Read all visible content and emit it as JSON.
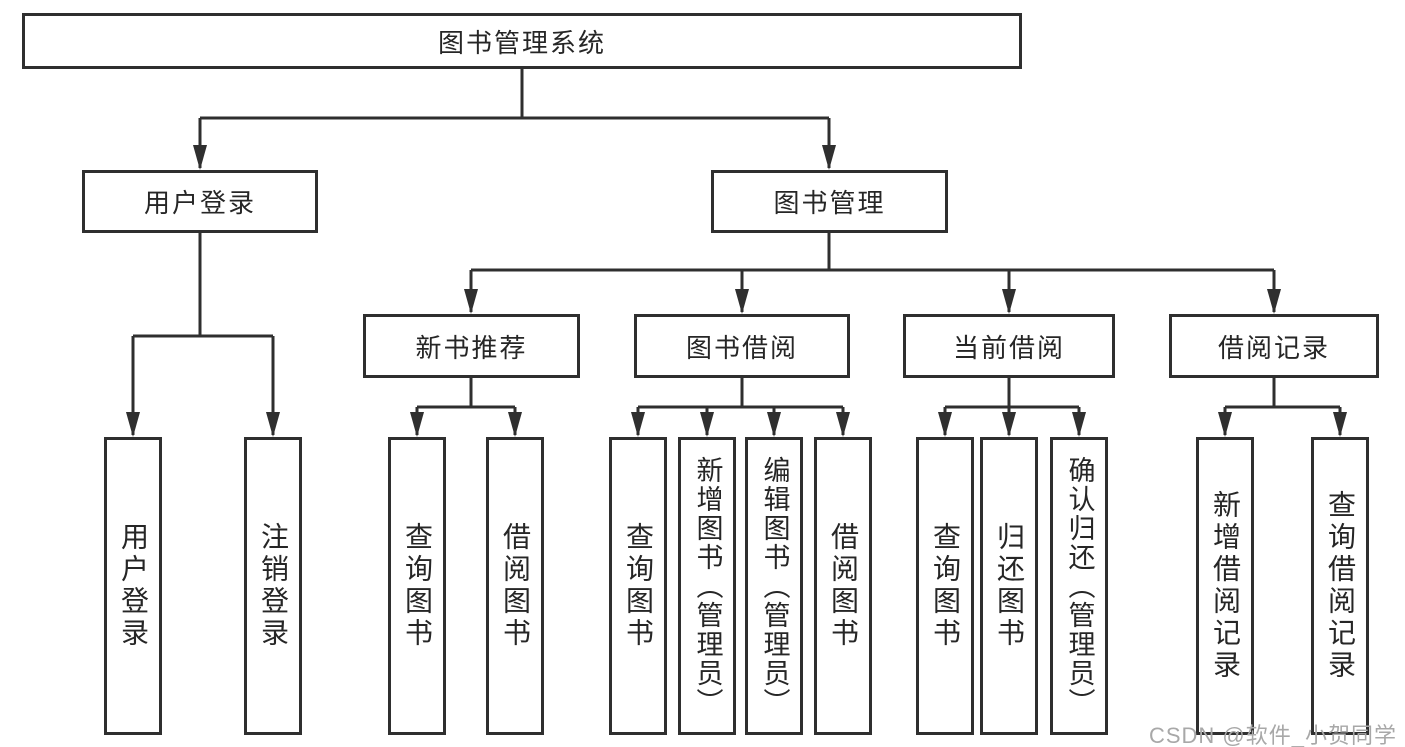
{
  "watermark": "CSDN @软件_小贺同学",
  "nodes": {
    "root": "图书管理系统",
    "user_login": "用户登录",
    "book_management": "图书管理",
    "new_book_recommend": "新书推荐",
    "book_borrow": "图书借阅",
    "current_borrow": "当前借阅",
    "borrow_record": "借阅记录",
    "leaf_user_login": "用户登录",
    "leaf_logout": "注销登录",
    "leaf_query_book_recommend": "查询图书",
    "leaf_borrow_book_recommend": "借阅图书",
    "leaf_query_book_borrow": "查询图书",
    "leaf_add_book_admin": "新增图书（管理员）",
    "leaf_edit_book_admin": "编辑图书（管理员）",
    "leaf_borrow_book_borrow": "借阅图书",
    "leaf_query_book_current": "查询图书",
    "leaf_return_book": "归还图书",
    "leaf_confirm_return_admin": "确认归还（管理员）",
    "leaf_add_borrow_record": "新增借阅记录",
    "leaf_query_borrow_record": "查询借阅记录"
  }
}
